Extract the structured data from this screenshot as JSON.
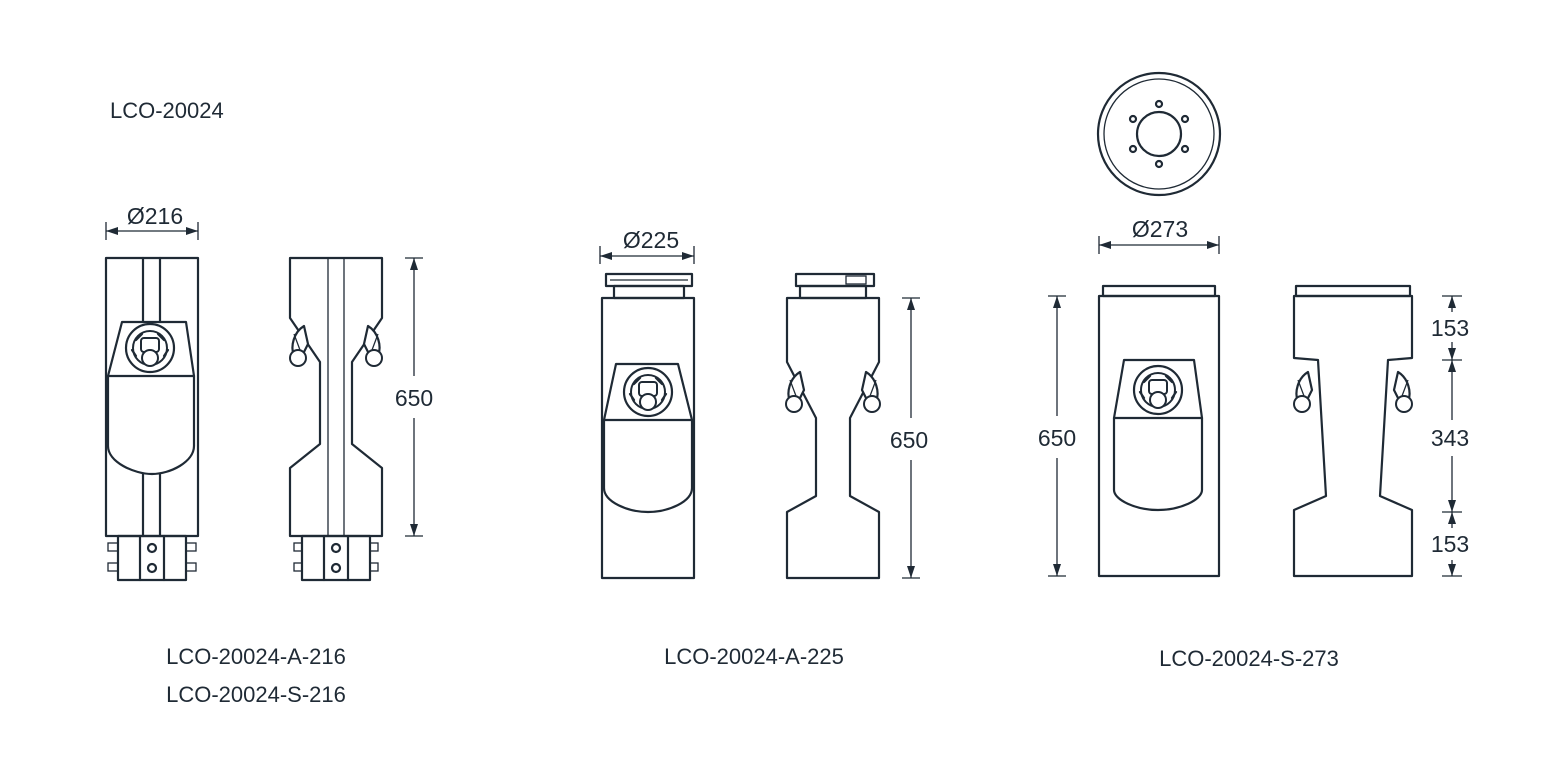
{
  "title": "LCO-20024",
  "models": {
    "a": {
      "labels": [
        "LCO-20024-A-216",
        "LCO-20024-S-216"
      ],
      "diameter": "Ø216",
      "height": "650"
    },
    "b": {
      "labels": [
        "LCO-20024-A-225"
      ],
      "diameter": "Ø225",
      "height": "650"
    },
    "c": {
      "labels": [
        "LCO-20024-S-273"
      ],
      "diameter": "Ø273",
      "height": "650",
      "segments": [
        "153",
        "343",
        "153"
      ]
    }
  }
}
